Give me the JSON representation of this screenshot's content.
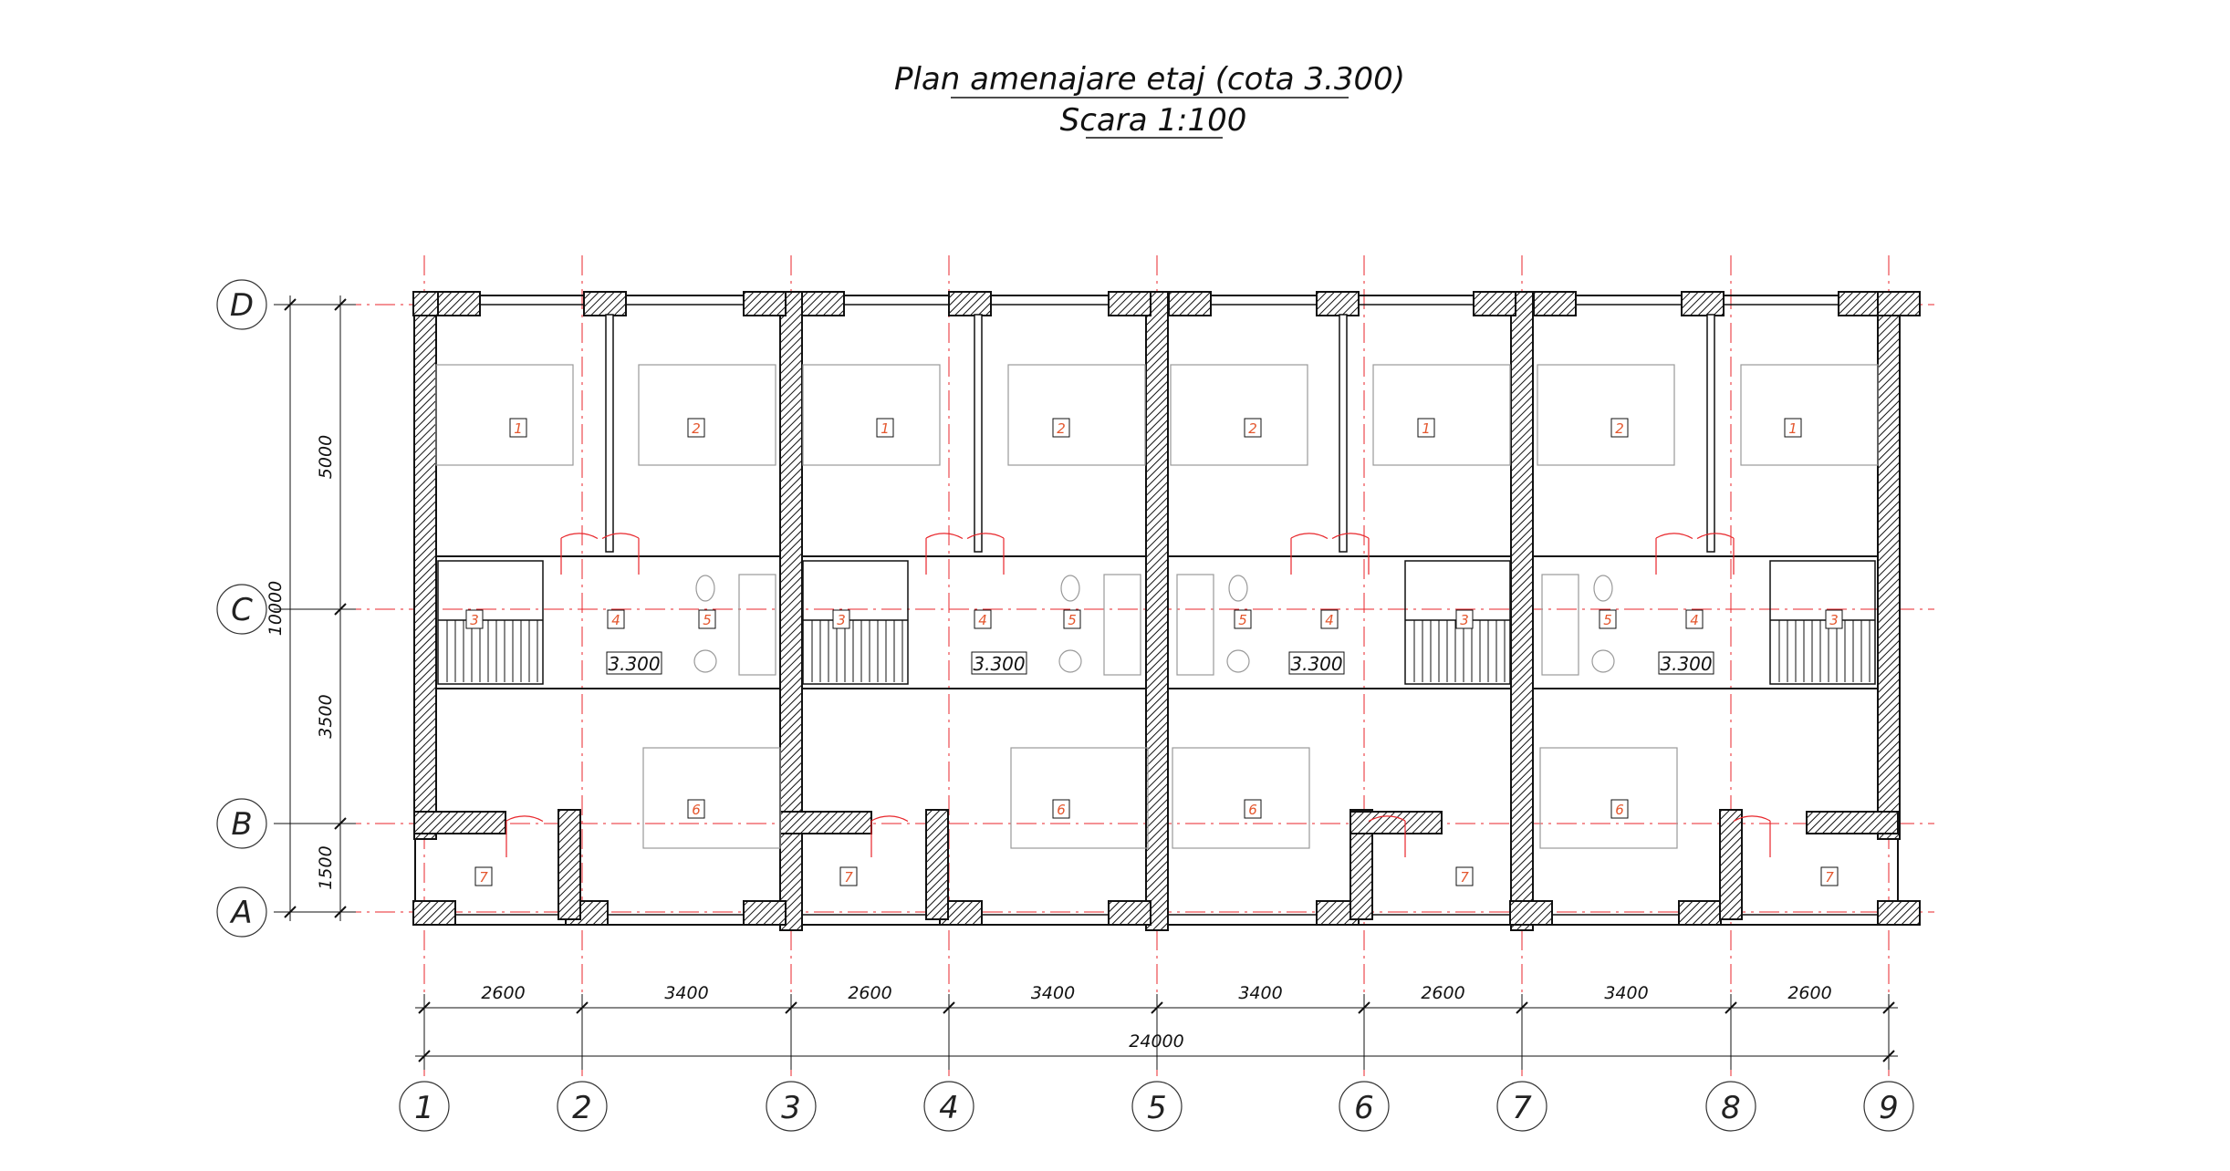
{
  "title": {
    "line1": "Plan amenajare etaj (cota 3.300)",
    "line2": "Scara 1:100"
  },
  "grid": {
    "columns": [
      "1",
      "2",
      "3",
      "4",
      "5",
      "6",
      "7",
      "8",
      "9"
    ],
    "rows": [
      "D",
      "C",
      "B",
      "A"
    ]
  },
  "dimensions": {
    "horizontal": [
      "2600",
      "3400",
      "2600",
      "3400",
      "3400",
      "2600",
      "3400",
      "2600"
    ],
    "total_horizontal": "24000",
    "vertical": [
      "5000",
      "3500",
      "1500"
    ],
    "total_vertical": "10000"
  },
  "level_marks": [
    "3.300",
    "3.300",
    "3.300",
    "3.300"
  ],
  "room_numbers": {
    "unit1": [
      "1",
      "2",
      "3",
      "4",
      "5",
      "6",
      "7"
    ],
    "unit2": [
      "1",
      "2",
      "3",
      "4",
      "5",
      "6",
      "7"
    ],
    "unit3": [
      "2",
      "1",
      "4",
      "3",
      "5",
      "6",
      "7"
    ],
    "unit4": [
      "2",
      "1",
      "4",
      "3",
      "5",
      "6",
      "7"
    ]
  },
  "colors": {
    "line": "#111111",
    "axis": "#e8262b",
    "room_tag": "#e4572e",
    "door": "#e8262b",
    "furniture": "#9a9a9a"
  }
}
